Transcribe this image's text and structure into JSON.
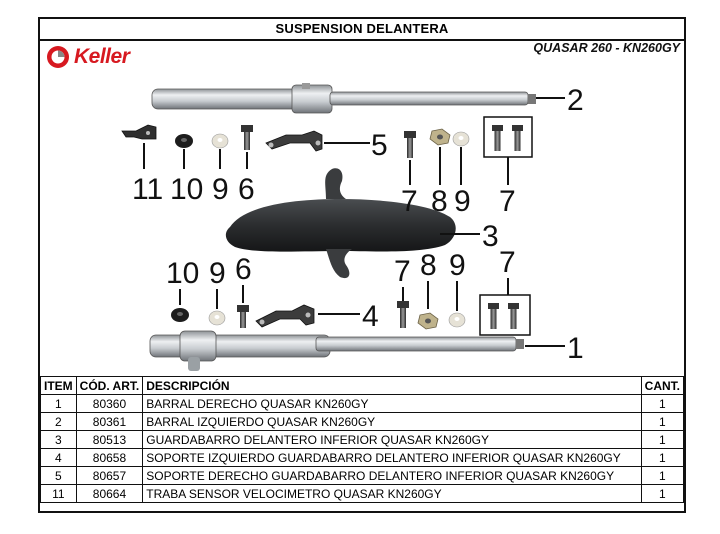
{
  "header": {
    "title": "SUSPENSION DELANTERA",
    "brand": "Keller",
    "model": "QUASAR 260 - KN260GY"
  },
  "callouts": {
    "fork_right": "2",
    "fork_left": "1",
    "fender": "3",
    "bracket_right": "5",
    "bracket_left": "4",
    "top_clip": "11",
    "top_washer_dark": "10",
    "top_washer": "9",
    "top_bolt": "6",
    "top_bolt_r": "7",
    "top_nut_r": "8",
    "top_washer_r": "9",
    "top_bolts_box": "7",
    "bot_washer_dark": "10",
    "bot_washer": "9",
    "bot_bolt": "6",
    "bot_bolt_r": "7",
    "bot_nut_r": "8",
    "bot_washer_r": "9",
    "bot_bolts_box": "7"
  },
  "table": {
    "headers": [
      "ITEM",
      "CÓD. ART.",
      "DESCRIPCIÓN",
      "CANT."
    ],
    "rows": [
      {
        "item": "1",
        "code": "80360",
        "desc": "BARRAL DERECHO QUASAR KN260GY",
        "qty": "1"
      },
      {
        "item": "2",
        "code": "80361",
        "desc": "BARRAL IZQUIERDO QUASAR KN260GY",
        "qty": "1"
      },
      {
        "item": "3",
        "code": "80513",
        "desc": "GUARDABARRO DELANTERO INFERIOR QUASAR KN260GY",
        "qty": "1"
      },
      {
        "item": "4",
        "code": "80658",
        "desc": "SOPORTE IZQUIERDO GUARDABARRO DELANTERO INFERIOR QUASAR KN260GY",
        "qty": "1"
      },
      {
        "item": "5",
        "code": "80657",
        "desc": "SOPORTE DERECHO GUARDABARRO DELANTERO INFERIOR QUASAR KN260GY",
        "qty": "1"
      },
      {
        "item": "11",
        "code": "80664",
        "desc": "TRABA SENSOR VELOCIMETRO QUASAR KN260GY",
        "qty": "1"
      }
    ]
  }
}
